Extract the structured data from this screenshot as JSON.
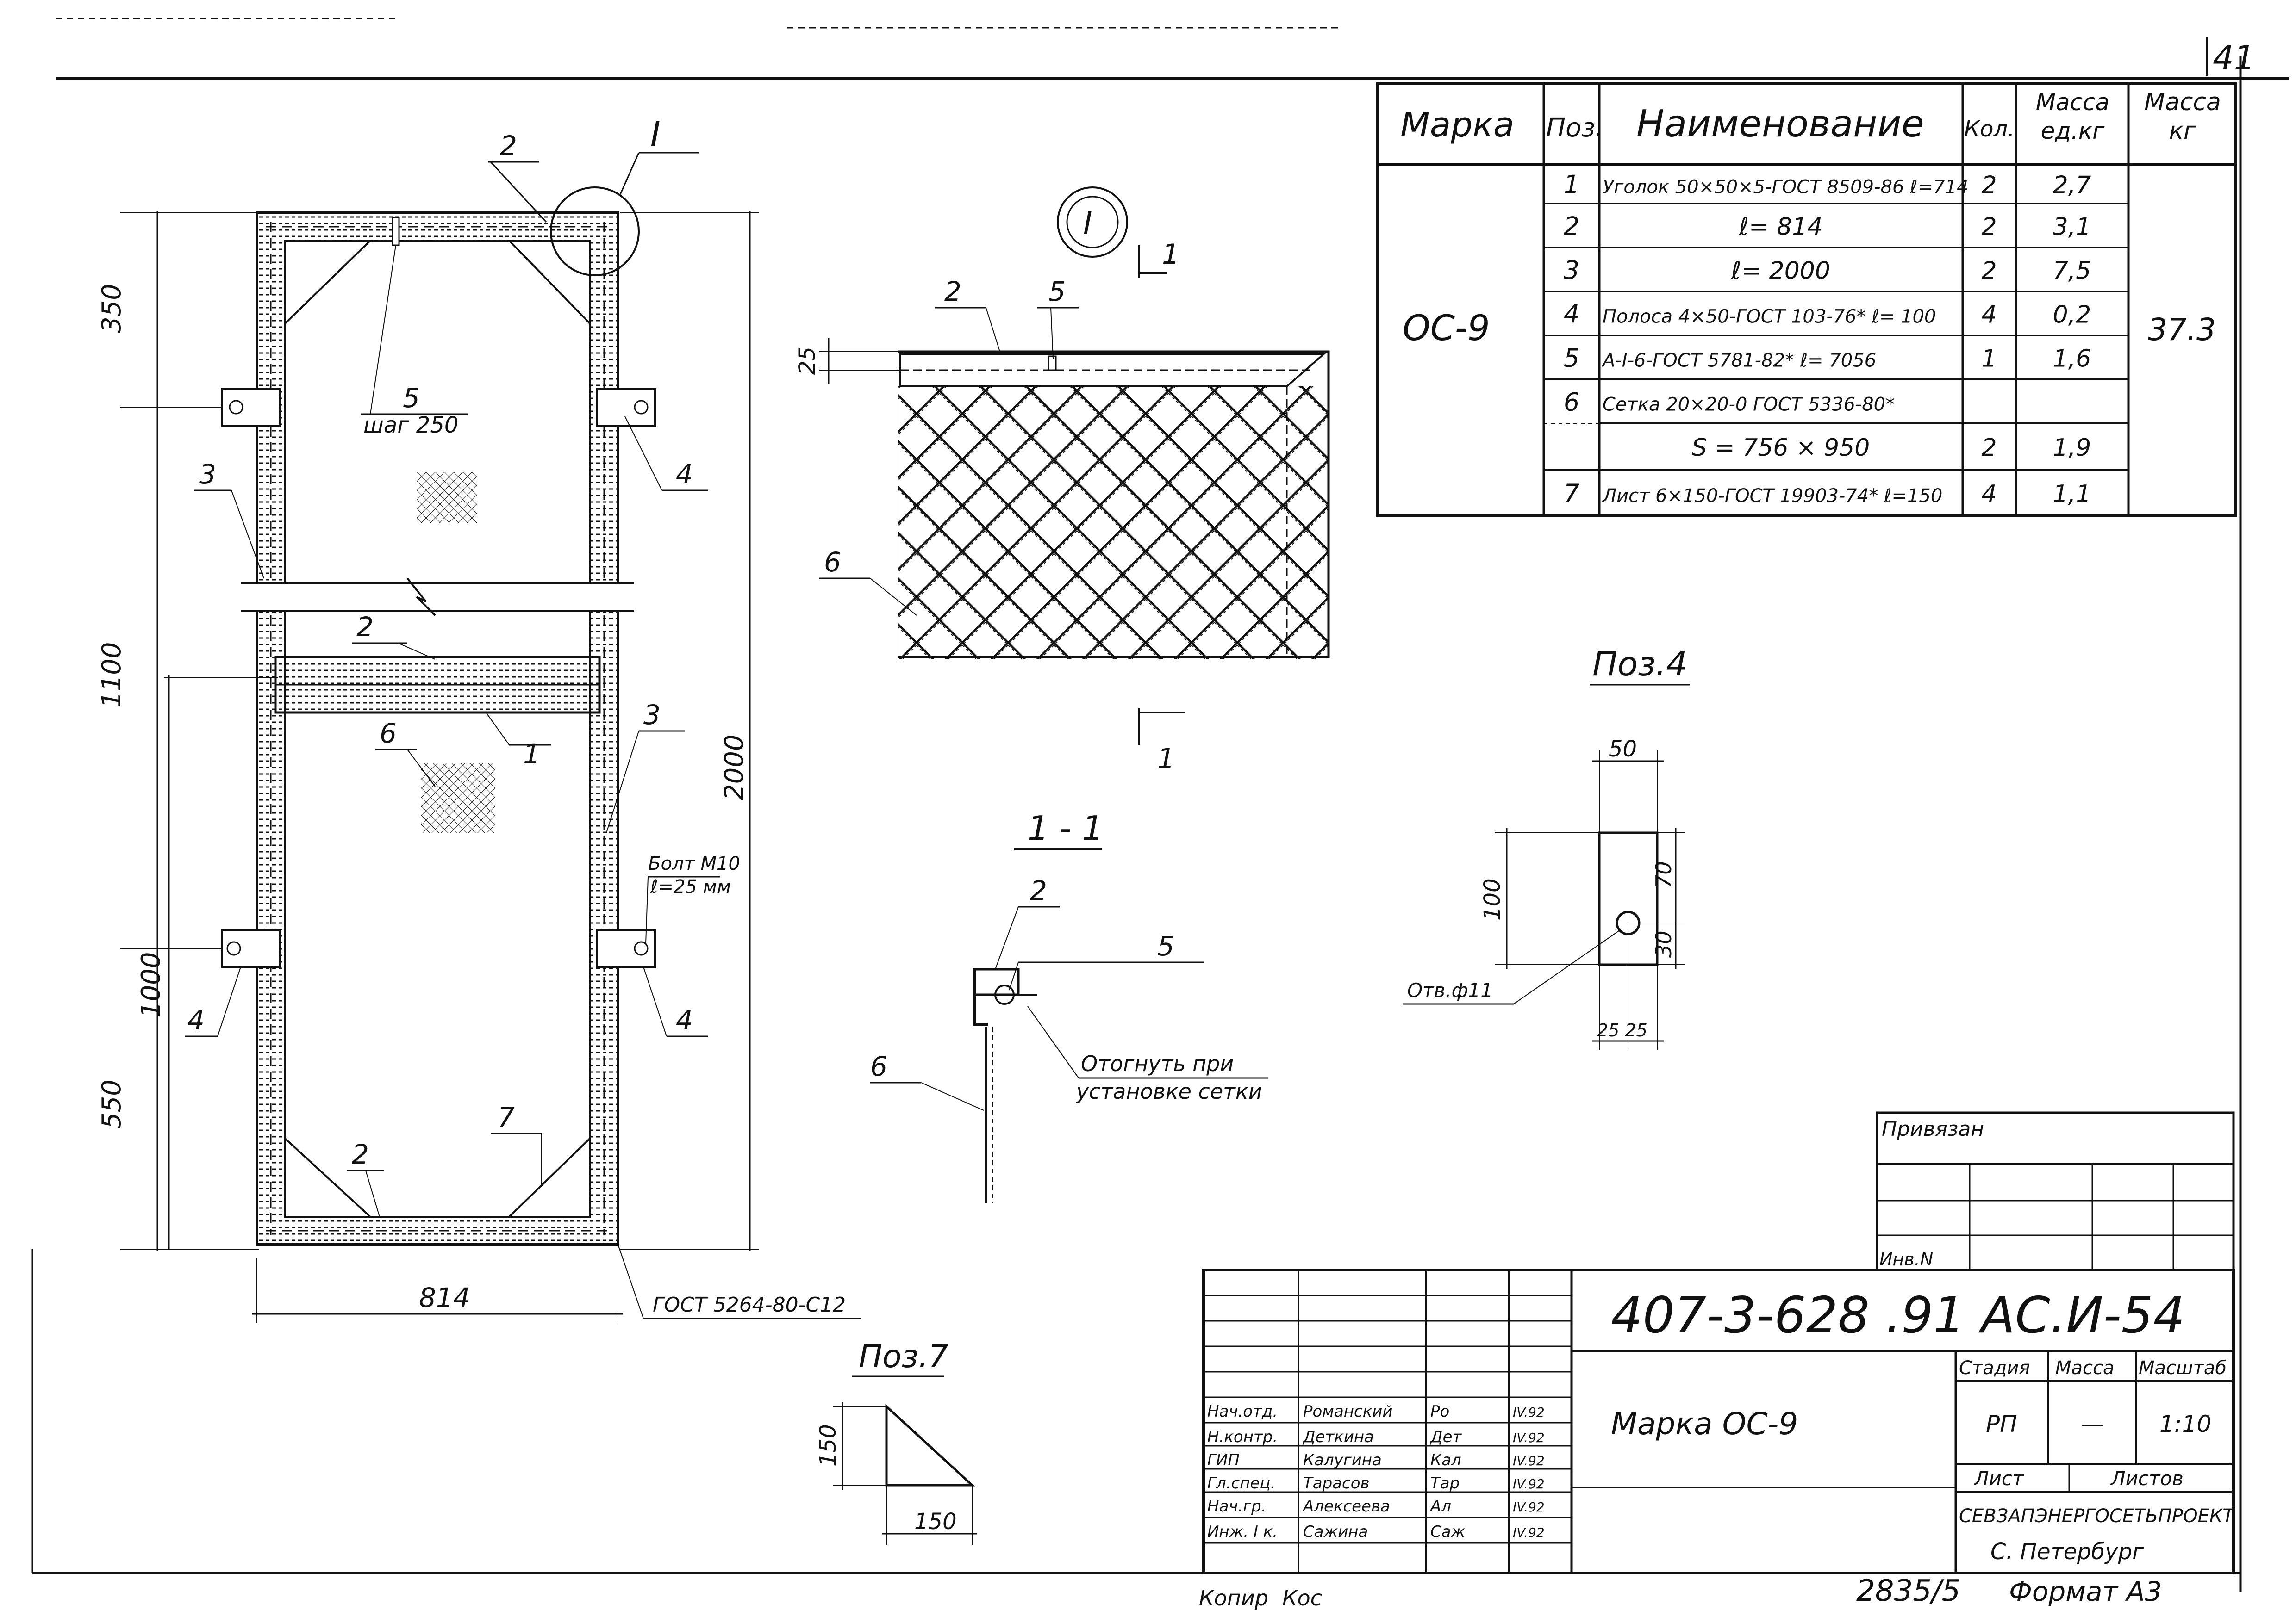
{
  "sheet": {
    "number": "41",
    "drawing_code": "407-3-628 .91 АС.И-54",
    "inventory_code": "2835/5",
    "format_label": "Формат А3",
    "copied_label": "Копир",
    "copied_sign": "Кос"
  },
  "spec_table": {
    "headers": {
      "mark": "Марка",
      "pos": "Поз.",
      "name": "Наименование",
      "qty": "Кол.",
      "unit_mass": "Масса ед.кг",
      "mass": "Масса кг"
    },
    "mark": "ОС-9",
    "total_mass": "37.3",
    "rows": [
      {
        "pos": "1",
        "name": "Уголок 50×50×5-ГОСТ 8509-86 ℓ=714",
        "qty": "2",
        "unit_mass": "2,7"
      },
      {
        "pos": "2",
        "name": "ℓ= 814",
        "qty": "2",
        "unit_mass": "3,1"
      },
      {
        "pos": "3",
        "name": "ℓ= 2000",
        "qty": "2",
        "unit_mass": "7,5"
      },
      {
        "pos": "4",
        "name": "Полоса 4×50-ГОСТ 103-76* ℓ= 100",
        "qty": "4",
        "unit_mass": "0,2"
      },
      {
        "pos": "5",
        "name": "A-I-6-ГОСТ 5781-82* ℓ= 7056",
        "qty": "1",
        "unit_mass": "1,6"
      },
      {
        "pos": "6",
        "name": "Сетка 20×20-0 ГОСТ 5336-80*",
        "qty": "",
        "unit_mass": ""
      },
      {
        "pos": "",
        "name": "S = 756 × 950",
        "qty": "2",
        "unit_mass": "1,9"
      },
      {
        "pos": "7",
        "name": "Лист 6×150-ГОСТ 19903-74* ℓ=150",
        "qty": "4",
        "unit_mass": "1,1"
      }
    ]
  },
  "main_view": {
    "dims": {
      "d350": "350",
      "d1100": "1100",
      "d1000": "1000",
      "d550": "550",
      "d2000": "2000",
      "d814": "814"
    },
    "callouts": {
      "i": "I",
      "p2a": "2",
      "p5": "5",
      "step": "шаг 250",
      "p3a": "3",
      "p4a": "4",
      "p2b": "2",
      "p1": "1",
      "p6": "6",
      "p3b": "3",
      "bolt": "Болт М10",
      "bolt_len": "ℓ=25 мм",
      "p4b": "4",
      "p4c": "4",
      "p7": "7",
      "p2c": "2"
    },
    "gost_note": "ГОСТ 5264-80-С12"
  },
  "detail_i": {
    "label": "I",
    "section_mark": "1",
    "dim": "25",
    "callouts": {
      "p2": "2",
      "p5": "5",
      "p6": "6"
    }
  },
  "section_1_1": {
    "title": "1 - 1",
    "callouts": {
      "p2": "2",
      "p5": "5",
      "p6": "6"
    },
    "note_line1": "Отогнуть при",
    "note_line2": "установке сетки"
  },
  "pos4": {
    "title": "Поз.4",
    "dims": {
      "w": "50",
      "h": "100",
      "top": "70",
      "bot": "30",
      "half": "25 25"
    },
    "hole": "Отв.ф11"
  },
  "pos7": {
    "title": "Поз.7",
    "dims": {
      "h": "150",
      "w": "150"
    }
  },
  "stamp": {
    "privyazan": "Привязан",
    "inv": "Инв.N",
    "title": "Марка ОС-9",
    "stage_h": "Стадия",
    "mass_h": "Масса",
    "scale_h": "Масштаб",
    "stage": "РП",
    "mass": "—",
    "scale": "1:10",
    "sheet_h": "Лист",
    "sheets_h": "Листов",
    "org": "СЕВЗАПЭНЕРГОСЕТЬПРОЕКТ",
    "city": "С. Петербург",
    "people": [
      {
        "role": "Нач.отд.",
        "name": "Романский",
        "sign": "Ро",
        "date": "IV.92"
      },
      {
        "role": "Н.контр.",
        "name": "Деткина",
        "sign": "Дет",
        "date": "IV.92"
      },
      {
        "role": "ГИП",
        "name": "Калугина",
        "sign": "Кал",
        "date": "IV.92"
      },
      {
        "role": "Гл.спец.",
        "name": "Тарасов",
        "sign": "Тар",
        "date": "IV.92"
      },
      {
        "role": "Нач.гр.",
        "name": "Алексеева",
        "sign": "Ал",
        "date": "IV.92"
      },
      {
        "role": "Инж. I к.",
        "name": "Сажина",
        "sign": "Саж",
        "date": "IV.92"
      }
    ]
  }
}
